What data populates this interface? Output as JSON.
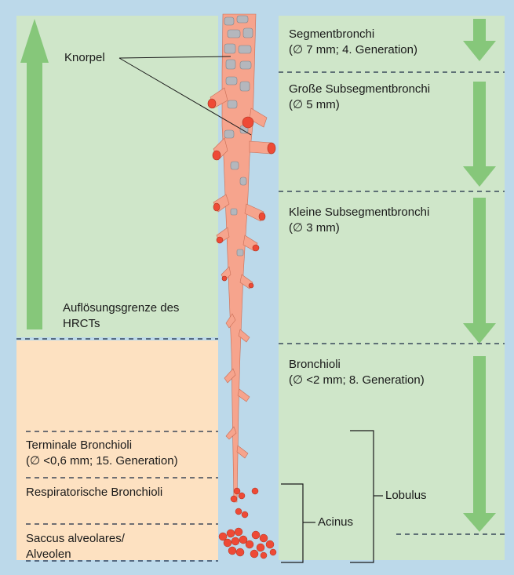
{
  "left": {
    "knorpel": "Knorpel",
    "resolution_line1": "Auflösungsgrenze des",
    "resolution_line2": "HRCTs",
    "terminal_line1": "Terminale Bronchioli",
    "terminal_line2": "(∅ <0,6 mm; 15. Generation)",
    "respiratory": "Respiratorische Bronchioli",
    "saccus_line1": "Saccus alveolares/",
    "saccus_line2": "Alveolen"
  },
  "right": {
    "segment_line1": "Segmentbronchi",
    "segment_line2": "(∅ 7 mm; 4. Generation)",
    "large_sub_line1": "Große Subsegmentbronchi",
    "large_sub_line2": "(∅ 5 mm)",
    "small_sub_line1": "Kleine Subsegmentbronchi",
    "small_sub_line2": "(∅ 3 mm)",
    "bronchioli_line1": "Bronchioli",
    "bronchioli_line2": "(∅ <2 mm; 8. Generation)",
    "acinus": "Acinus",
    "lobulus": "Lobulus"
  },
  "colors": {
    "upper_panel": "#cfe6c9",
    "lower_panel": "#fde1c1",
    "background": "#bcd9ea",
    "arrow": "#86c77a",
    "bronchus": "#f6a48d",
    "cartilage": "#b4b7bd",
    "lumen": "#ee4a36"
  }
}
